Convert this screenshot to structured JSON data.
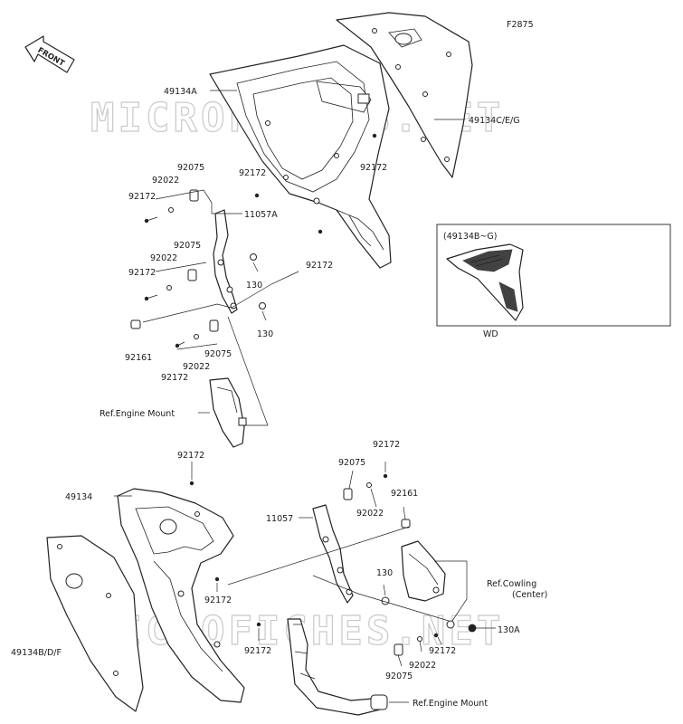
{
  "diagram": {
    "code": "F2875",
    "front_label": "FRONT",
    "watermark": "MICROFICHES.NET",
    "inset_label": "(49134B~G)",
    "inset_caption": "WD",
    "labels": [
      {
        "id": "l-49134A",
        "text": "49134A"
      },
      {
        "id": "l-49134CEG",
        "text": "49134C/E/G"
      },
      {
        "id": "l-92172-a",
        "text": "92172"
      },
      {
        "id": "l-92172-b",
        "text": "92172"
      },
      {
        "id": "l-92172-c",
        "text": "92172"
      },
      {
        "id": "l-92075-a",
        "text": "92075"
      },
      {
        "id": "l-92022-a",
        "text": "92022"
      },
      {
        "id": "l-92172-d",
        "text": "92172"
      },
      {
        "id": "l-11057A",
        "text": "11057A"
      },
      {
        "id": "l-92075-b",
        "text": "92075"
      },
      {
        "id": "l-92022-b",
        "text": "92022"
      },
      {
        "id": "l-92172-e",
        "text": "92172"
      },
      {
        "id": "l-130-a",
        "text": "130"
      },
      {
        "id": "l-130-b",
        "text": "130"
      },
      {
        "id": "l-92161-a",
        "text": "92161"
      },
      {
        "id": "l-92075-c",
        "text": "92075"
      },
      {
        "id": "l-92022-c",
        "text": "92022"
      },
      {
        "id": "l-92172-f",
        "text": "92172"
      },
      {
        "id": "l-ref-engine-1",
        "text": "Ref.Engine Mount"
      },
      {
        "id": "l-92172-g",
        "text": "92172"
      },
      {
        "id": "l-49134",
        "text": "49134"
      },
      {
        "id": "l-49134BDF",
        "text": "49134B/D/F"
      },
      {
        "id": "l-92172-h",
        "text": "92172"
      },
      {
        "id": "l-92172-i",
        "text": "92172"
      },
      {
        "id": "l-92075-d",
        "text": "92075"
      },
      {
        "id": "l-92172-j",
        "text": "92172"
      },
      {
        "id": "l-11057",
        "text": "11057"
      },
      {
        "id": "l-92022-d",
        "text": "92022"
      },
      {
        "id": "l-92161-b",
        "text": "92161"
      },
      {
        "id": "l-130-c",
        "text": "130"
      },
      {
        "id": "l-ref-cowling",
        "text": "Ref.Cowling"
      },
      {
        "id": "l-center",
        "text": "(Center)"
      },
      {
        "id": "l-130A",
        "text": "130A"
      },
      {
        "id": "l-92172-k",
        "text": "92172"
      },
      {
        "id": "l-92022-e",
        "text": "92022"
      },
      {
        "id": "l-92075-e",
        "text": "92075"
      },
      {
        "id": "l-ref-engine-2",
        "text": "Ref.Engine Mount"
      }
    ]
  }
}
